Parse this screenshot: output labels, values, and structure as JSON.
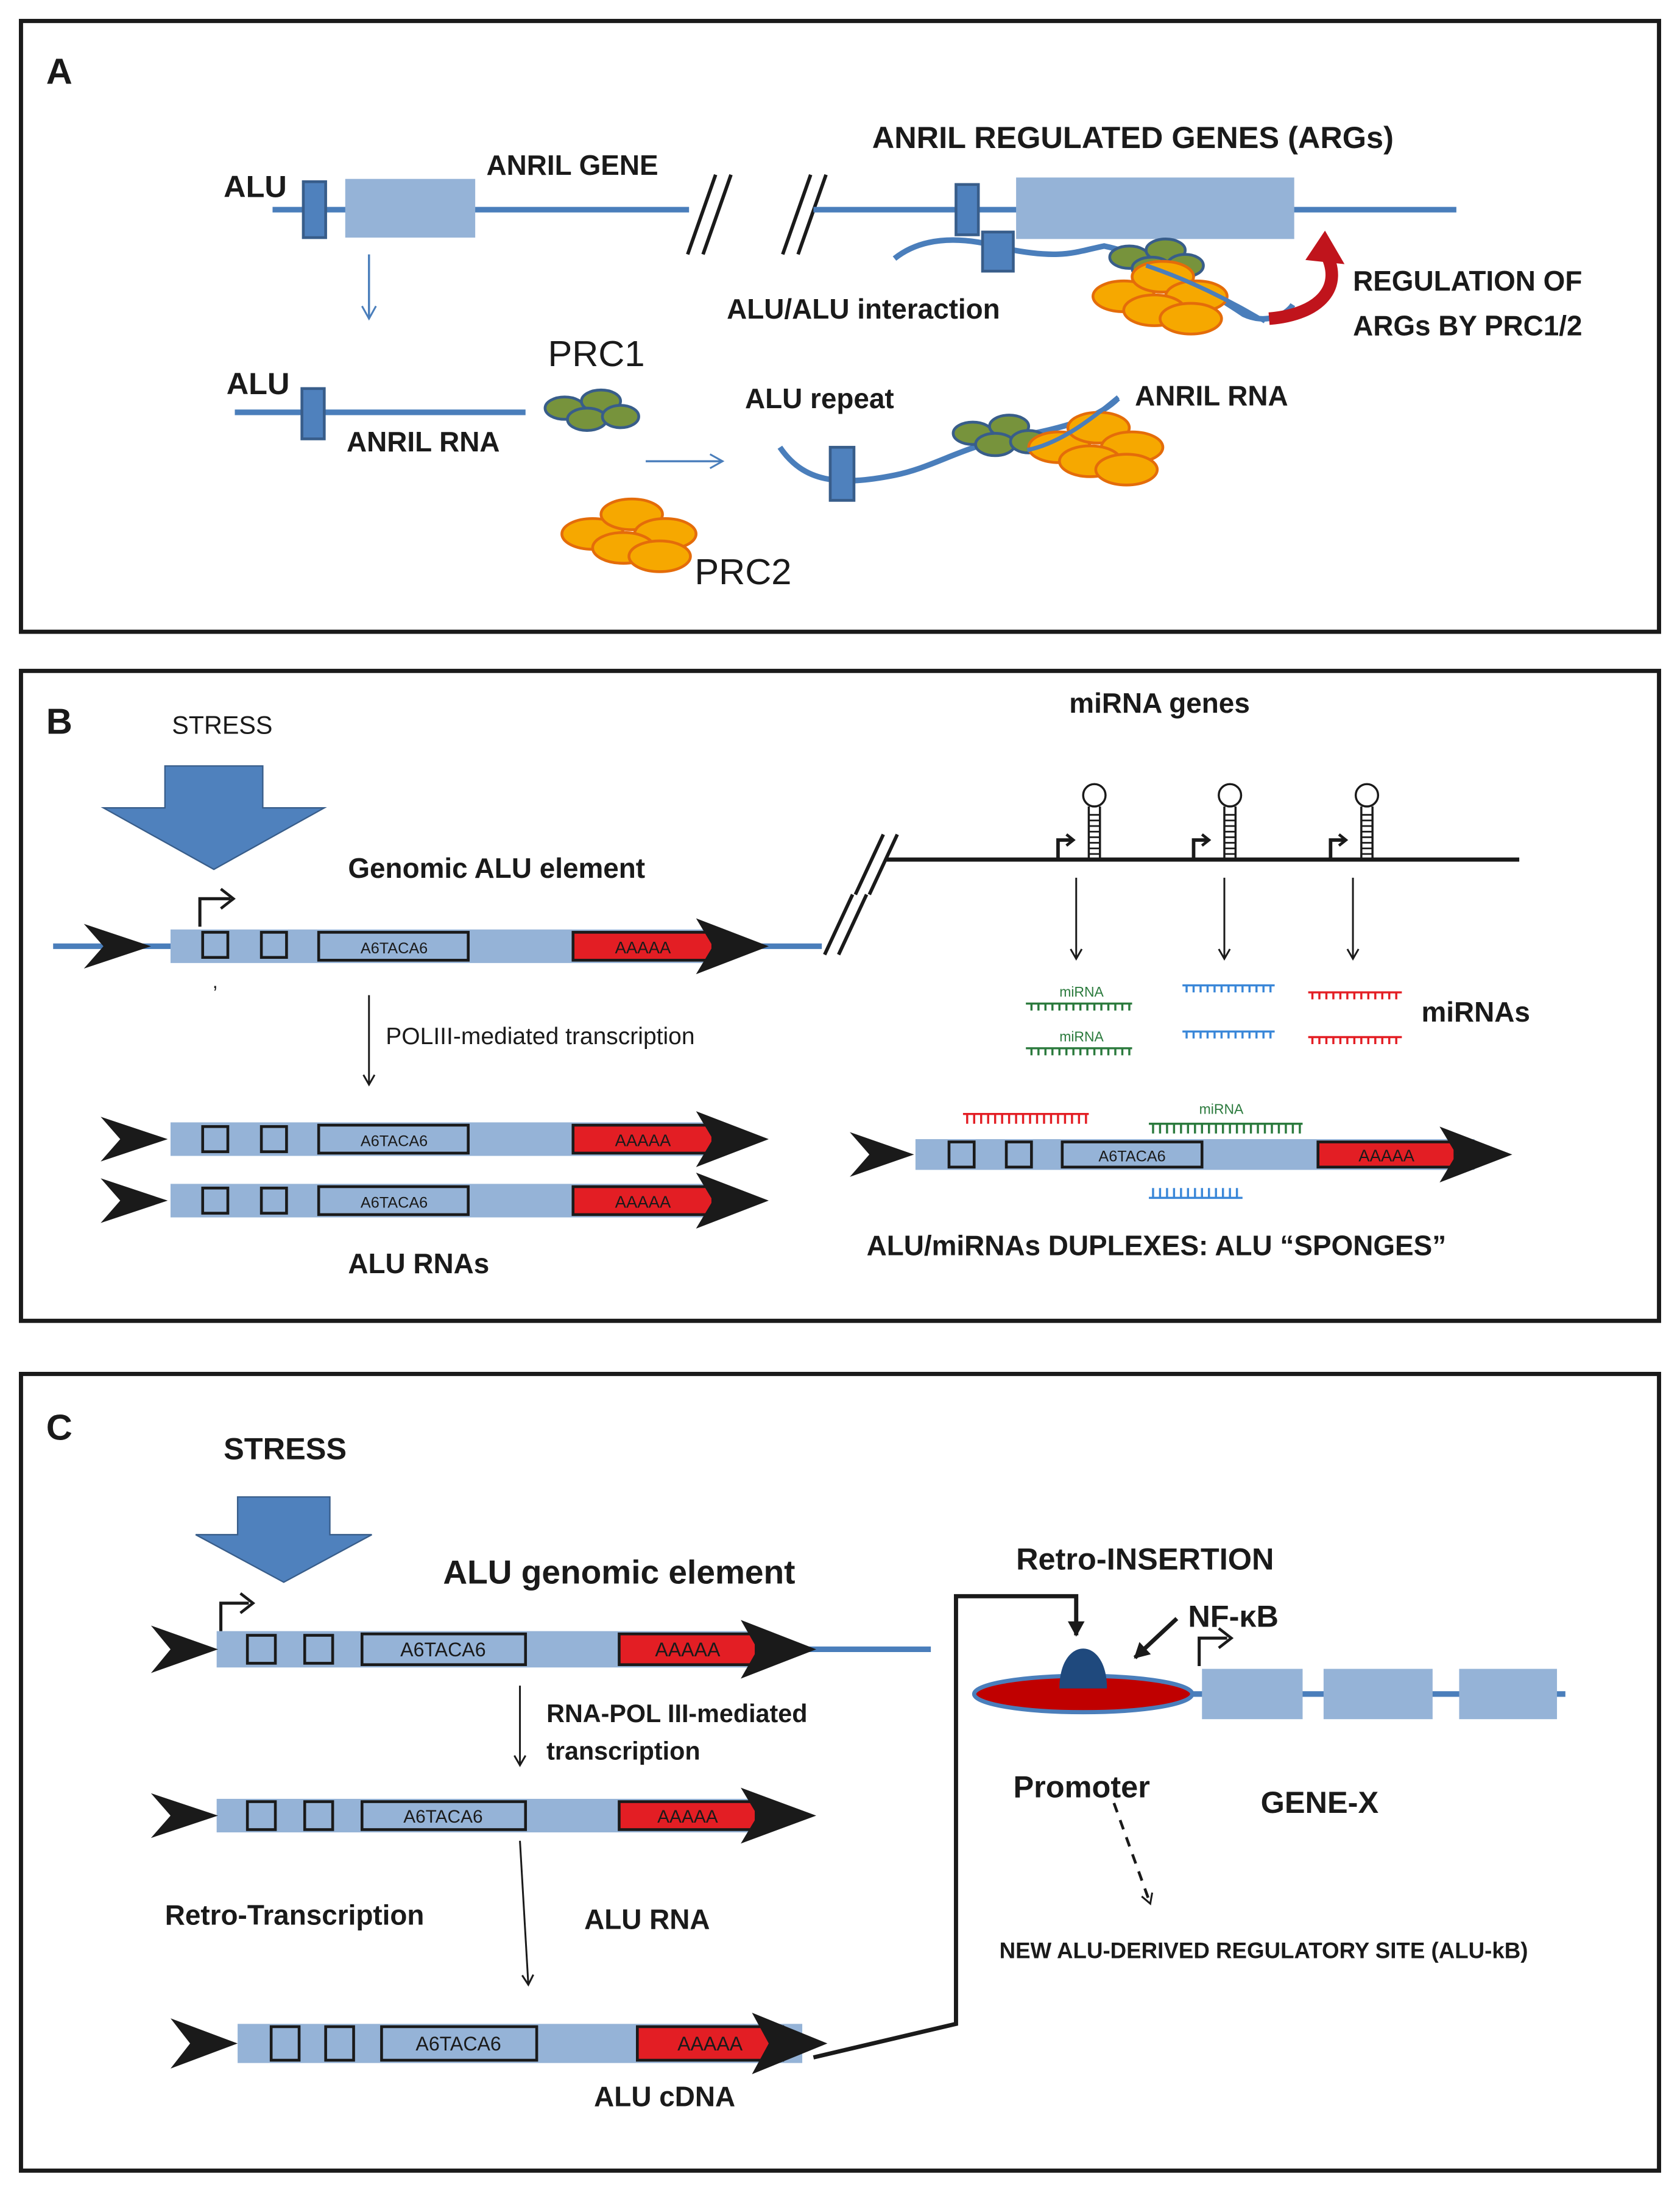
{
  "panel_a": {
    "letter": "A",
    "alu_top": "ALU",
    "anril_gene": "ANRIL GENE",
    "args_title": "ANRIL REGULATED GENES (ARGs)",
    "alu_alu_interaction": "ALU/ALU interaction",
    "regulation_line1": "REGULATION  OF",
    "regulation_line2": "ARGs BY PRC1/2",
    "alu_bottom": "ALU",
    "anril_rna_left": "ANRIL RNA",
    "prc1": "PRC1",
    "prc2": "PRC2",
    "alu_repeat": "ALU repeat",
    "anril_rna_right": "ANRIL RNA"
  },
  "panel_b": {
    "letter": "B",
    "stress": "STRESS",
    "mirna_genes": "miRNA genes",
    "genomic_alu_element": "Genomic ALU element",
    "a6taca6": "A6TACA6",
    "aaaaa": "AAAAA",
    "comma": ",",
    "poliii": "POLIII-mediated transcription",
    "alu_rnas": "ALU RNAs",
    "mirnas": "miRNAs",
    "mirna_tiny": "miRNA",
    "sponges": "ALU/miRNAs DUPLEXES: ALU “SPONGES”"
  },
  "panel_c": {
    "letter": "C",
    "stress": "STRESS",
    "alu_genomic_element": "ALU genomic element",
    "a6taca6": "A6TACA6",
    "aaaaa": "AAAAA",
    "rna_pol_line1": "RNA-POL III-mediated",
    "rna_pol_line2": "transcription",
    "retro_transcription": "Retro-Transcription",
    "alu_rna": "ALU RNA",
    "alu_cdna": "ALU  cDNA",
    "retro_insertion": "Retro-INSERTION",
    "nfkb": "NF-κB",
    "promoter": "Promoter",
    "gene_x": "GENE-X",
    "new_site": "NEW ALU-DERIVED REGULATORY  SITE  (ALU-kB)"
  },
  "colors": {
    "dna_line": "#4a7ebb",
    "box_light": "#95b3d7",
    "box_mid": "#4f81bd",
    "polya_red": "#e31e24",
    "prc1_green": "#77933c",
    "prc2_orange": "#f6a800",
    "curved_arrow": "#c0141c",
    "stress_arrow": "#4f81bd"
  },
  "icons": [
    "stress-arrow-icon",
    "hairpin-icon",
    "curved-red-arrow-icon",
    "nfkb-arrow-icon"
  ]
}
